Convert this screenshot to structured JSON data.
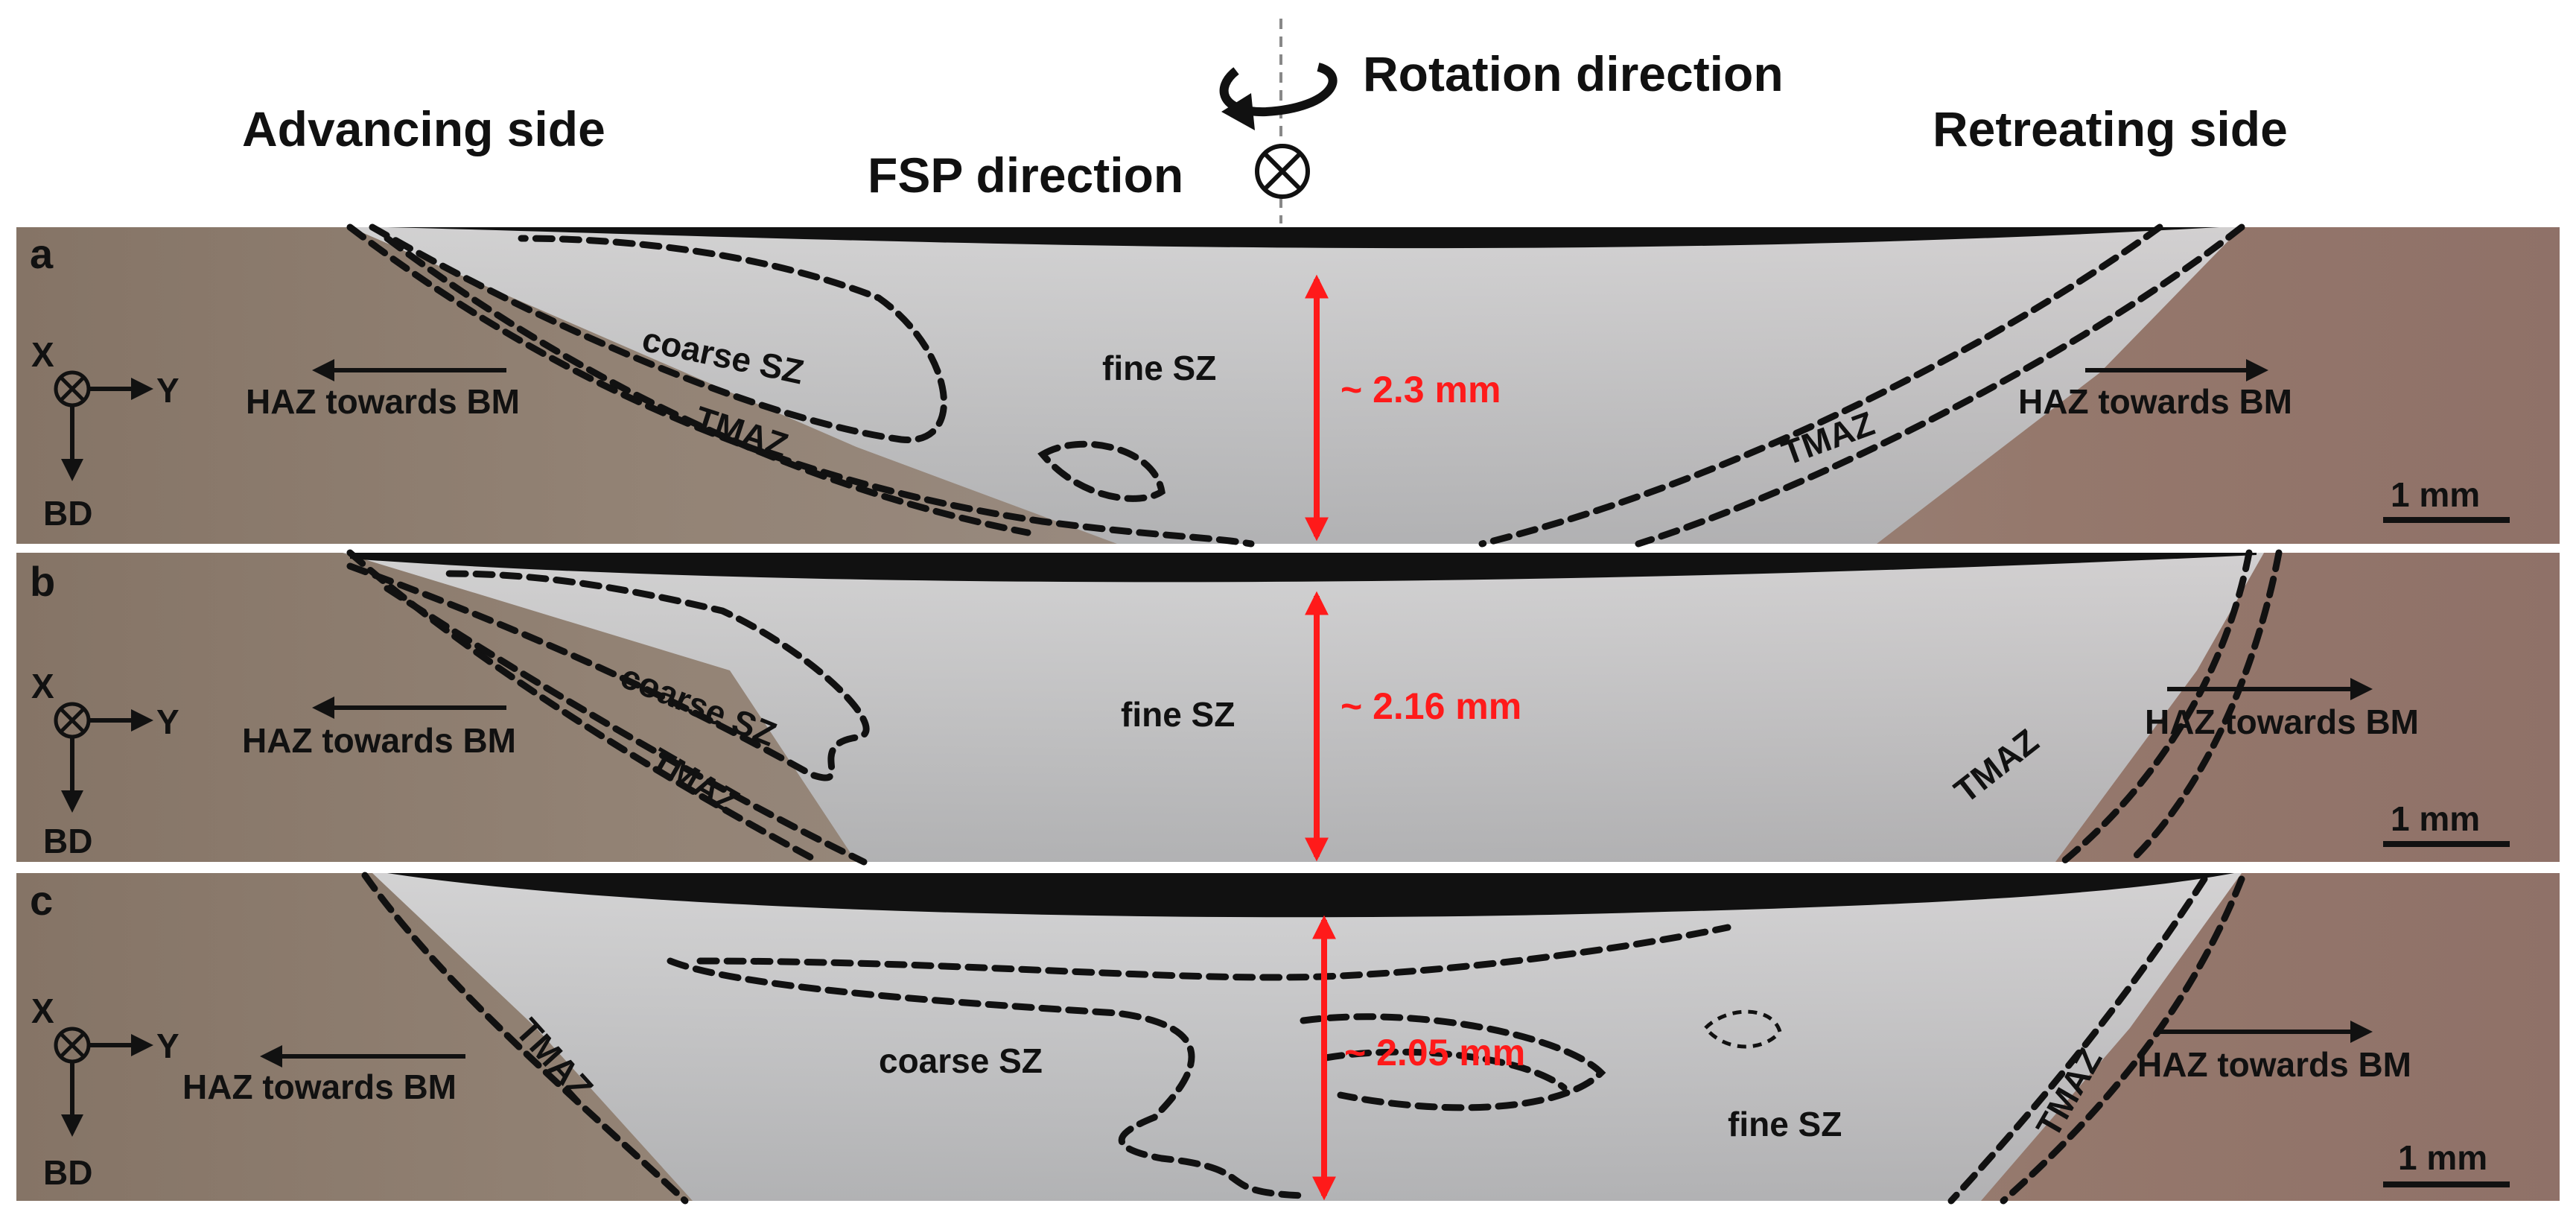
{
  "header": {
    "advancing": "Advancing side",
    "retreating": "Retreating side",
    "rotation": "Rotation direction",
    "fsp": "FSP direction"
  },
  "axes_labels": {
    "x": "X",
    "y": "Y",
    "bd": "BD"
  },
  "panels": [
    {
      "letter": "a",
      "thickness": "~ 2.3 mm",
      "zones": {
        "coarse": "coarse SZ",
        "fine": "fine SZ",
        "tmaz_left": "TMAZ",
        "tmaz_right": "TMAZ",
        "haz_left": "HAZ towards BM",
        "haz_right": "HAZ towards BM"
      },
      "scale": "1 mm"
    },
    {
      "letter": "b",
      "thickness": "~ 2.16 mm",
      "zones": {
        "coarse": "coarse SZ",
        "fine": "fine SZ",
        "tmaz_left": "TMAZ",
        "tmaz_right": "TMAZ",
        "haz_left": "HAZ towards BM",
        "haz_right": "HAZ towards BM"
      },
      "scale": "1 mm"
    },
    {
      "letter": "c",
      "thickness": "~ 2.05 mm",
      "zones": {
        "coarse": "coarse SZ",
        "fine": "fine SZ",
        "tmaz_left": "TMAZ",
        "tmaz_right": "TMAZ",
        "haz_left": "HAZ towards BM",
        "haz_right": "HAZ towards BM"
      },
      "scale": "1 mm"
    }
  ],
  "colors": {
    "base_metal_left": "#8a7a6a",
    "base_metal_right": "#9b7f74",
    "stir_zone": "#c7c9cc",
    "top_surface": "#111111",
    "thickness_arrow": "#ff1a1a"
  }
}
